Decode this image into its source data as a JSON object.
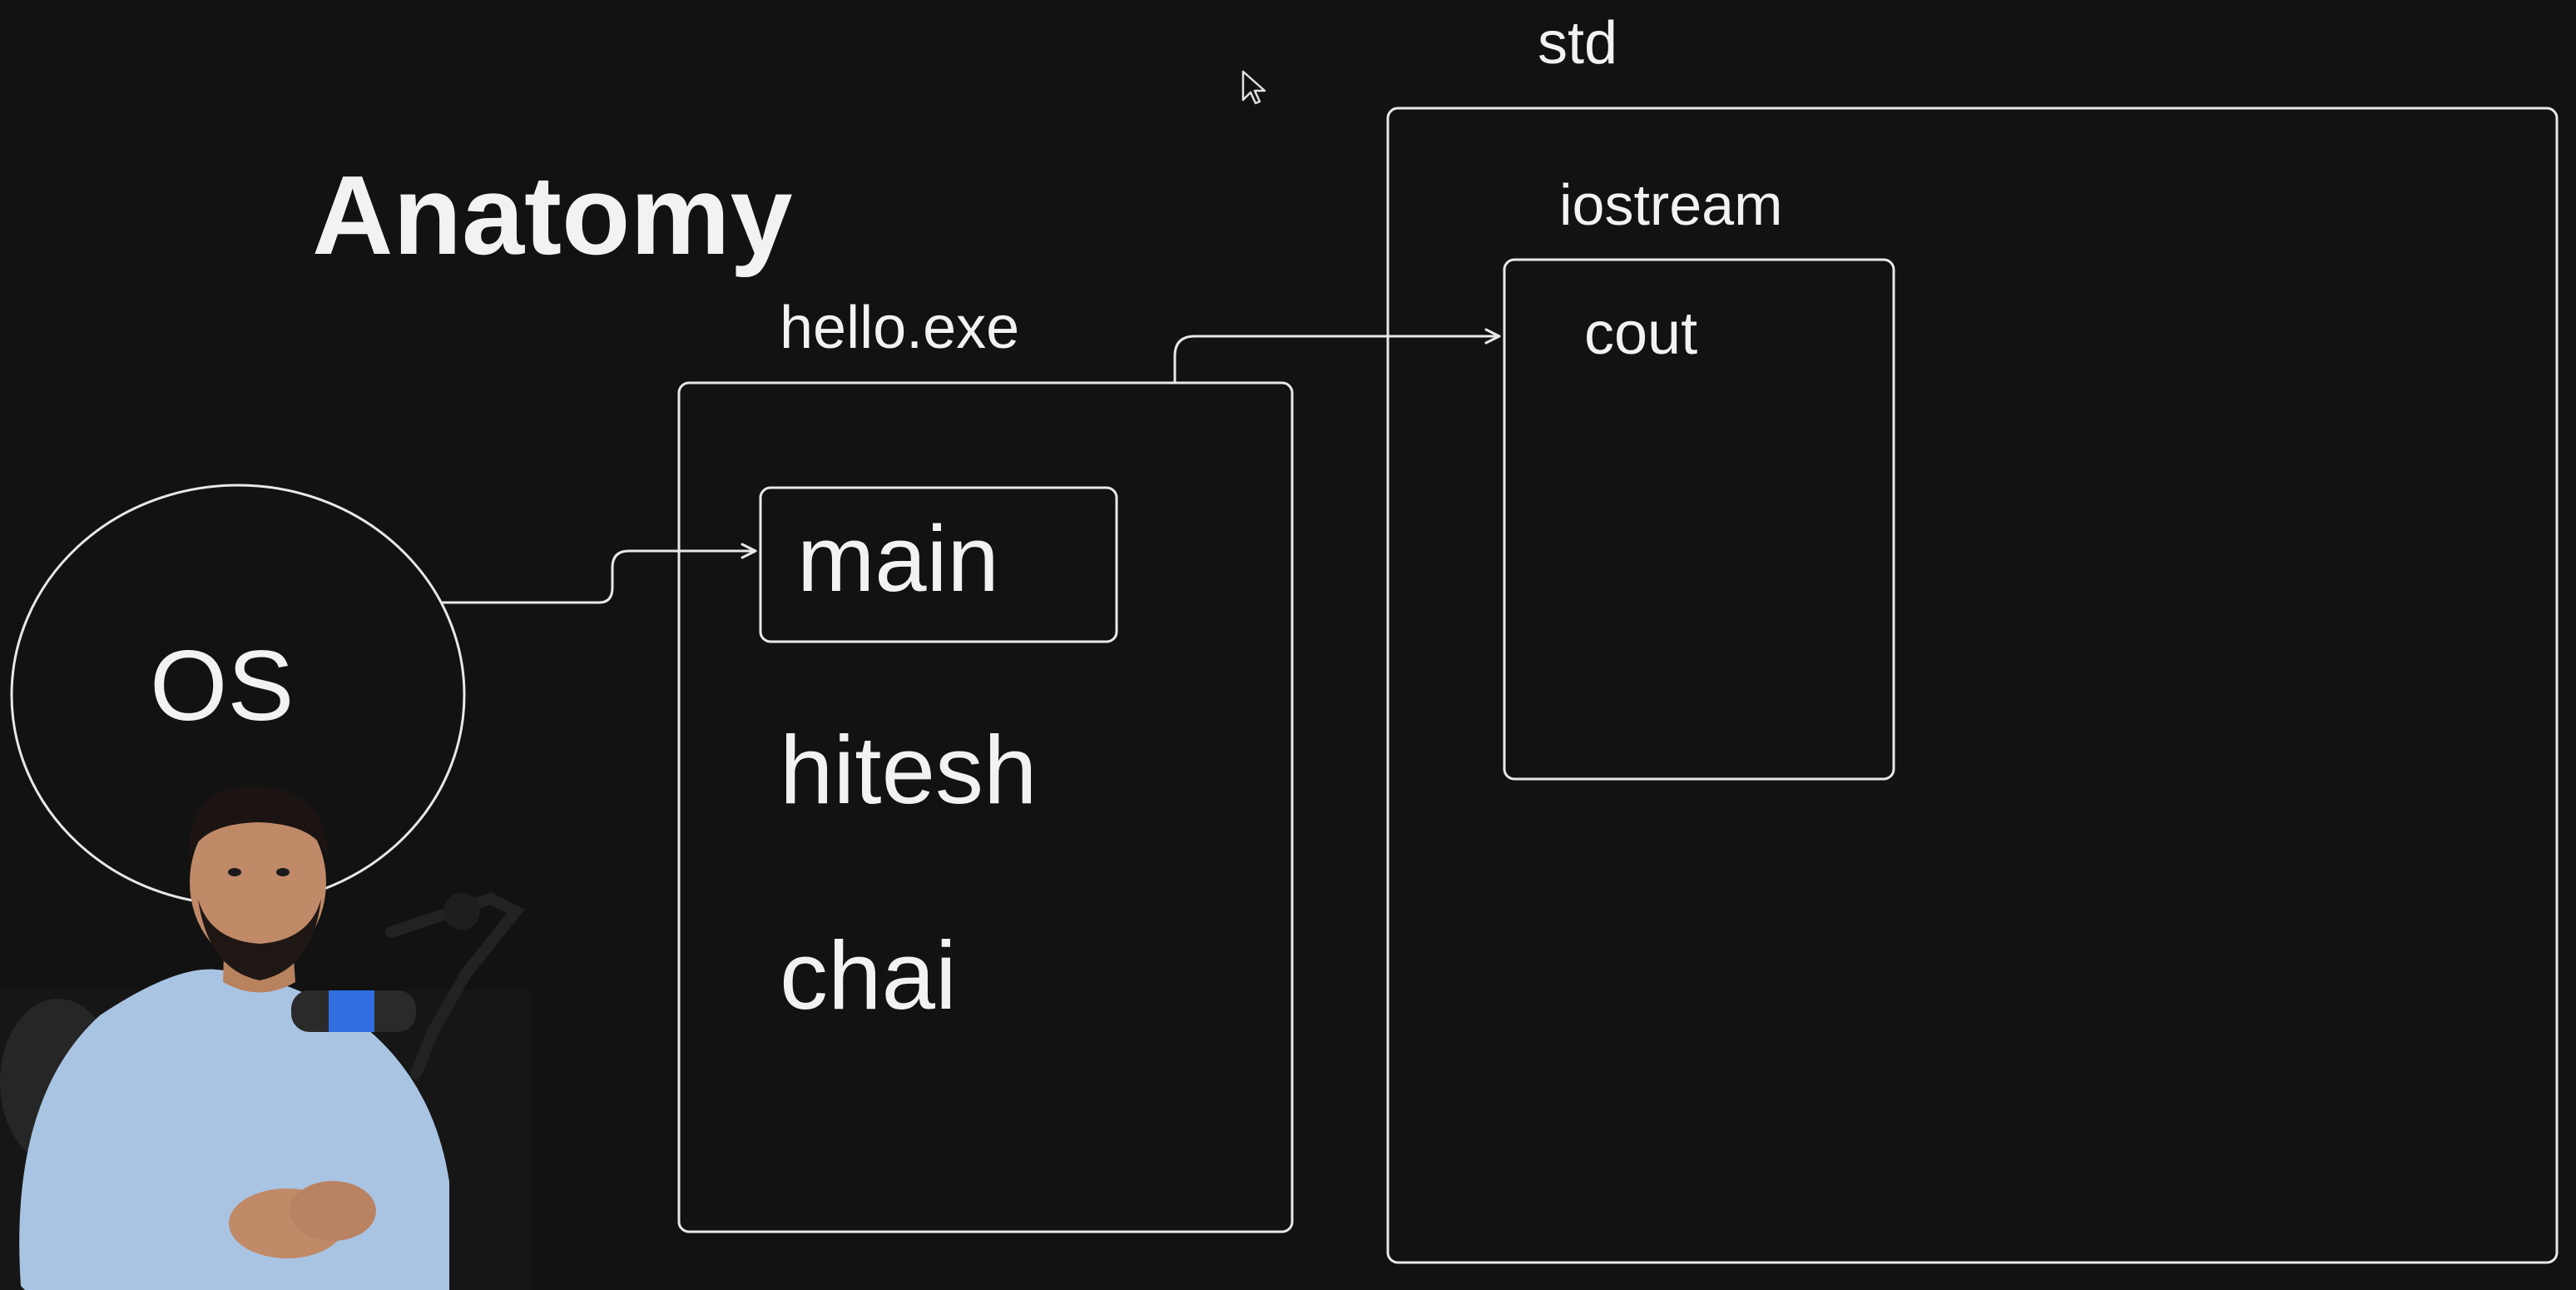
{
  "diagram": {
    "title": "Anatomy",
    "nodes": {
      "os": "OS",
      "executable": "hello.exe",
      "main": "main",
      "hitesh": "hitesh",
      "chai": "chai",
      "namespace": "std",
      "header": "iostream",
      "cout": "cout"
    },
    "edges": [
      {
        "from": "OS",
        "to": "main"
      },
      {
        "from": "hello.exe",
        "to": "cout"
      }
    ]
  },
  "colors": {
    "background": "#121212",
    "ink": "#f2f2f2",
    "shirt": "#a9c4e3",
    "skin": "#c08a68",
    "hair": "#1b1412",
    "mic_accent": "#2f6fe0"
  },
  "icons": {
    "cursor": "mouse-pointer-icon",
    "presenter": "presenter-webcam",
    "microphone": "microphone-icon"
  }
}
